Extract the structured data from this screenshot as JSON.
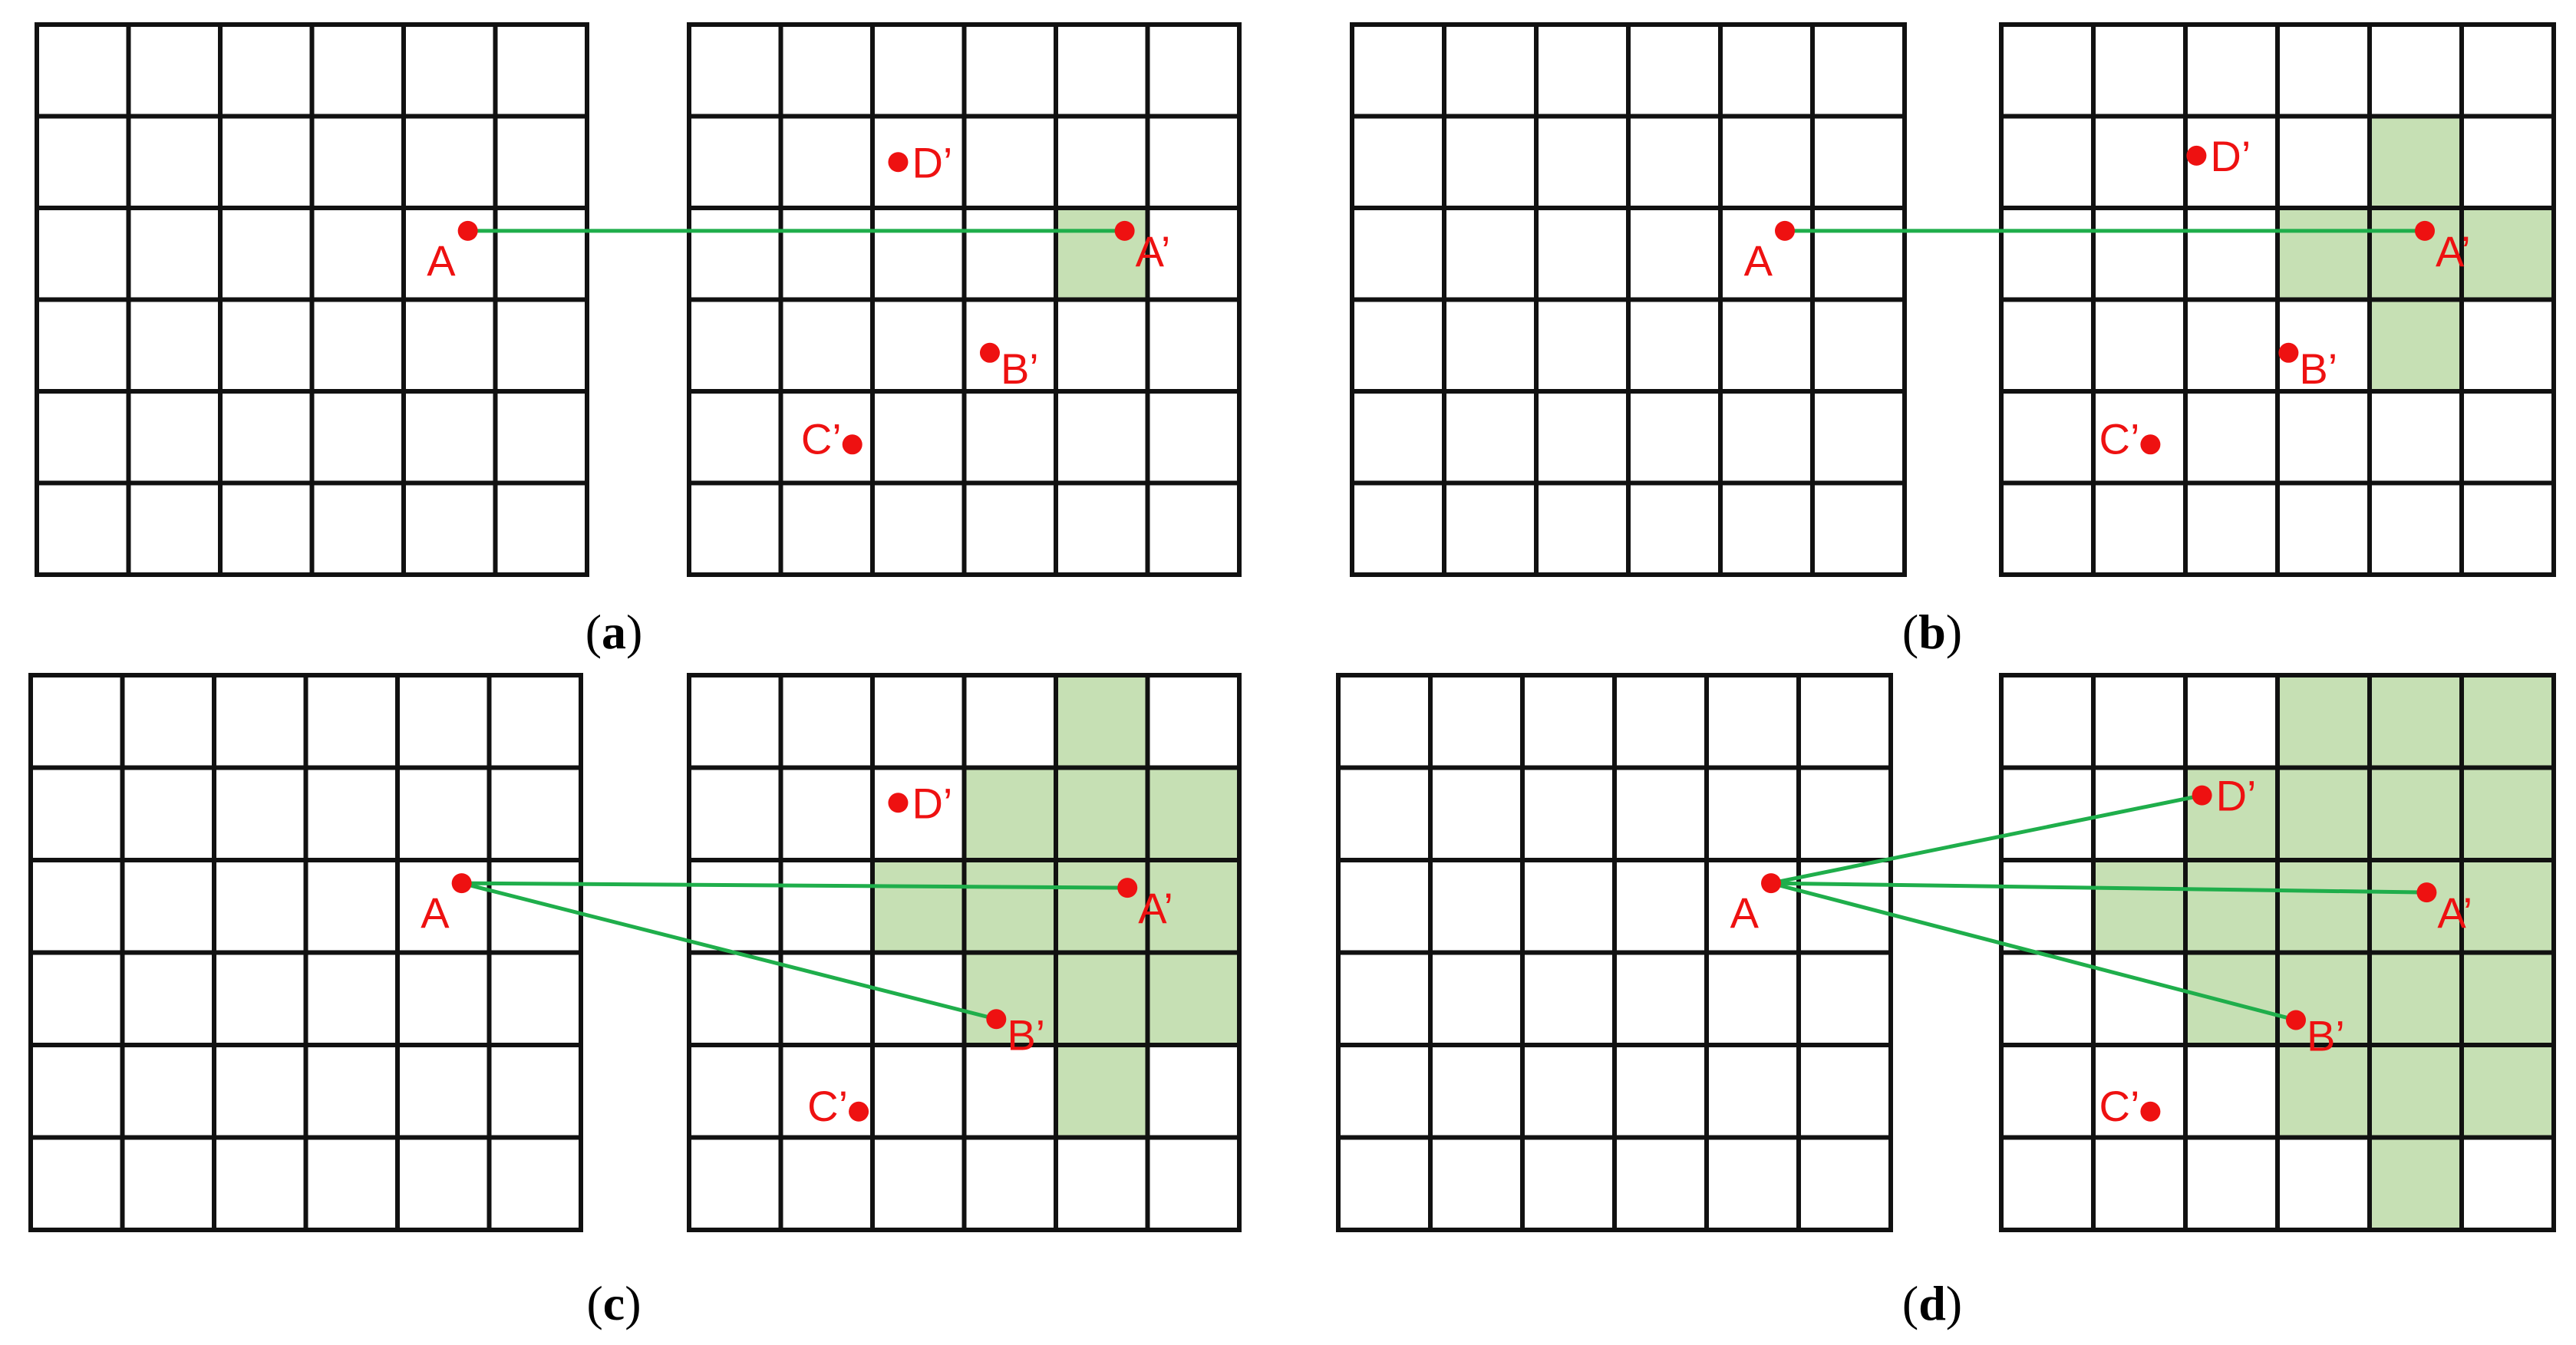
{
  "colors": {
    "grid": "#111111",
    "shade": "#c6e0b4",
    "match_line": "#1fae4b",
    "point": "#ee1111",
    "caption": "#000000"
  },
  "grid": {
    "rows": 6,
    "cols": 6
  },
  "panels": [
    {
      "id": "a",
      "caption": {
        "open": "(",
        "letter": "a",
        "close": ")"
      },
      "source_point": "A",
      "target_points": {
        "A": "A’",
        "B": "B’",
        "C": "C’",
        "D": "D’"
      },
      "shaded_cells": [
        [
          2,
          4
        ]
      ],
      "matches": [
        "A"
      ]
    },
    {
      "id": "b",
      "caption": {
        "open": "(",
        "letter": "b",
        "close": ")"
      },
      "source_point": "A",
      "target_points": {
        "A": "A’",
        "B": "B’",
        "C": "C’",
        "D": "D’"
      },
      "shaded_cells": [
        [
          1,
          4
        ],
        [
          2,
          3
        ],
        [
          2,
          4
        ],
        [
          2,
          5
        ],
        [
          3,
          4
        ]
      ],
      "matches": [
        "A"
      ]
    },
    {
      "id": "c",
      "caption": {
        "open": "(",
        "letter": "c",
        "close": ")"
      },
      "source_point": "A",
      "target_points": {
        "A": "A’",
        "B": "B’",
        "C": "C’",
        "D": "D’"
      },
      "shaded_cells": [
        [
          0,
          4
        ],
        [
          1,
          3
        ],
        [
          1,
          4
        ],
        [
          1,
          5
        ],
        [
          2,
          2
        ],
        [
          2,
          3
        ],
        [
          2,
          4
        ],
        [
          2,
          5
        ],
        [
          3,
          3
        ],
        [
          3,
          4
        ],
        [
          3,
          5
        ],
        [
          4,
          4
        ]
      ],
      "matches": [
        "A",
        "B"
      ]
    },
    {
      "id": "d",
      "caption": {
        "open": "(",
        "letter": "d",
        "close": ")"
      },
      "source_point": "A",
      "target_points": {
        "A": "A’",
        "B": "B’",
        "C": "C’",
        "D": "D’"
      },
      "shaded_cells": [
        [
          0,
          3
        ],
        [
          0,
          4
        ],
        [
          0,
          5
        ],
        [
          1,
          2
        ],
        [
          1,
          3
        ],
        [
          1,
          4
        ],
        [
          1,
          5
        ],
        [
          2,
          1
        ],
        [
          2,
          2
        ],
        [
          2,
          3
        ],
        [
          2,
          4
        ],
        [
          2,
          5
        ],
        [
          3,
          2
        ],
        [
          3,
          3
        ],
        [
          3,
          4
        ],
        [
          3,
          5
        ],
        [
          4,
          3
        ],
        [
          4,
          4
        ],
        [
          4,
          5
        ],
        [
          5,
          4
        ]
      ],
      "matches": [
        "D",
        "A",
        "B"
      ]
    }
  ]
}
